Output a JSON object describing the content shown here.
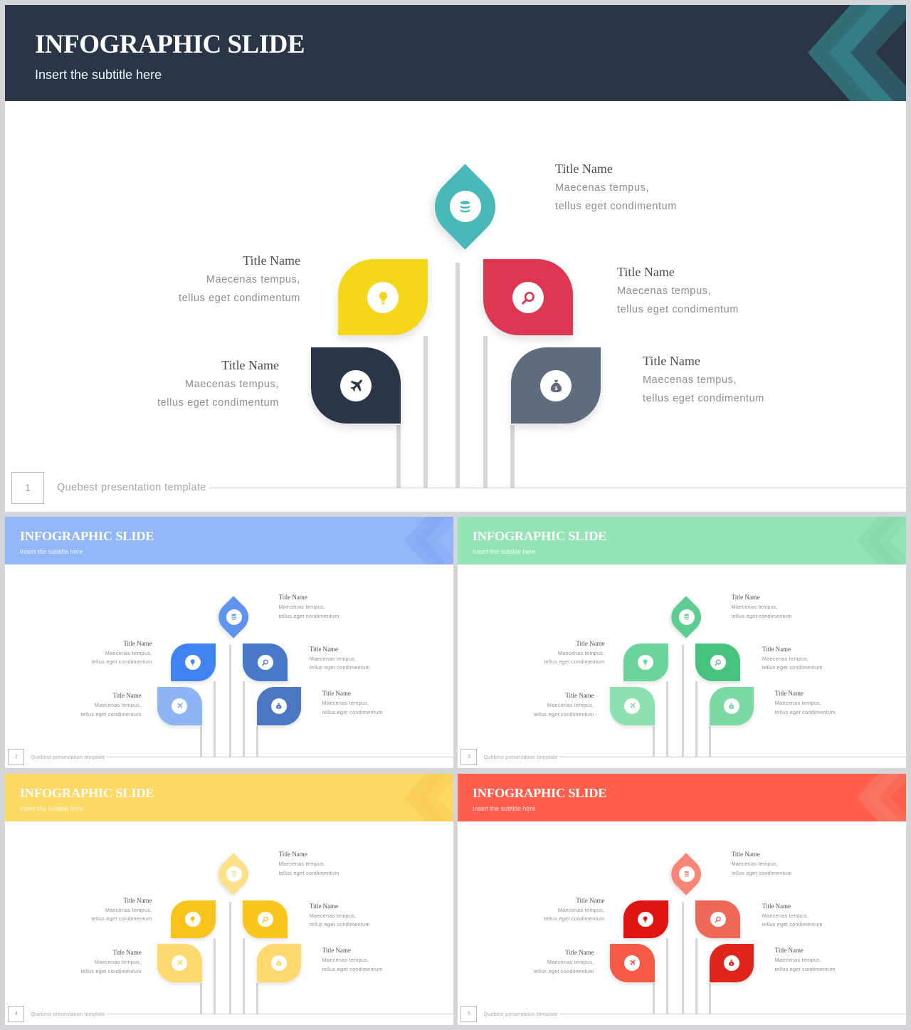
{
  "slides": [
    {
      "number": "1",
      "title": "INFOGRAPHIC SLIDE",
      "subtitle": "Insert  the  subtitle  here",
      "footer": "Quebest presentation  template",
      "colors": {
        "header": "#2a3547",
        "chevron": "#3a9aa0",
        "top": "#48b8b8",
        "upper_left": "#f4d718",
        "upper_right": "#dd3650",
        "lower_left": "#2a3547",
        "lower_right": "#5f6b7f"
      },
      "callouts": [
        {
          "title": "Title Name",
          "line1": "Maecenas tempus,",
          "line2": "tellus eget condimentum"
        },
        {
          "title": "Title Name",
          "line1": "Maecenas tempus,",
          "line2": "tellus eget condimentum"
        },
        {
          "title": "Title Name",
          "line1": "Maecenas tempus,",
          "line2": "tellus eget condimentum"
        },
        {
          "title": "Title Name",
          "line1": "Maecenas tempus,",
          "line2": "tellus eget condimentum"
        },
        {
          "title": "Title Name",
          "line1": "Maecenas tempus,",
          "line2": "tellus eget condimentum"
        }
      ]
    },
    {
      "number": "2",
      "title": "INFOGRAPHIC SLIDE",
      "subtitle": "Insert  the  subtitle  here",
      "footer": "Quebest presentation  template",
      "colors": {
        "header": "#92b6fa",
        "chevron": "#7fa6f0",
        "top": "#5e93ef",
        "upper_left": "#3f82f0",
        "upper_right": "#4a78c8",
        "lower_left": "#8eb4f5",
        "lower_right": "#4b77c2"
      },
      "callouts": [
        {
          "title": "Title Name",
          "line1": "Maecenas tempus,",
          "line2": "tellus eget condimentum"
        },
        {
          "title": "Title Name",
          "line1": "Maecenas tempus,",
          "line2": "tellus eget condimentum"
        },
        {
          "title": "Title Name",
          "line1": "Maecenas tempus,",
          "line2": "tellus eget condimentum"
        },
        {
          "title": "Title Name",
          "line1": "Maecenas tempus,",
          "line2": "tellus eget condimentum"
        },
        {
          "title": "Title Name",
          "line1": "Maecenas tempus,",
          "line2": "tellus eget condimentum"
        }
      ]
    },
    {
      "number": "3",
      "title": "INFOGRAPHIC SLIDE",
      "subtitle": "Insert  the  subtitle  here",
      "footer": "Quebest presentation  template",
      "colors": {
        "header": "#92e4b5",
        "chevron": "#7fd8a4",
        "top": "#5dce8f",
        "upper_left": "#6ad49a",
        "upper_right": "#46c47d",
        "lower_left": "#8de0b0",
        "lower_right": "#7bd9a3"
      },
      "callouts": [
        {
          "title": "Title Name",
          "line1": "Maecenas tempus,",
          "line2": "tellus eget condimentum"
        },
        {
          "title": "Title Name",
          "line1": "Maecenas tempus,",
          "line2": "tellus eget condimentum"
        },
        {
          "title": "Title Name",
          "line1": "Maecenas tempus,",
          "line2": "tellus eget condimentum"
        },
        {
          "title": "Title Name",
          "line1": "Maecenas tempus,",
          "line2": "tellus eget condimentum"
        },
        {
          "title": "Title Name",
          "line1": "Maecenas tempus,",
          "line2": "tellus eget condimentum"
        }
      ]
    },
    {
      "number": "4",
      "title": "INFOGRAPHIC SLIDE",
      "subtitle": "Insert  the  subtitle  here",
      "footer": "Quebest presentation  template",
      "colors": {
        "header": "#fdd863",
        "chevron": "#f5cc50",
        "top": "#fde08a",
        "upper_left": "#f9c31c",
        "upper_right": "#fbc51e",
        "lower_left": "#fdd970",
        "lower_right": "#fdd96e"
      },
      "callouts": [
        {
          "title": "Title Name",
          "line1": "Maecenas tempus,",
          "line2": "tellus eget condimentum"
        },
        {
          "title": "Title Name",
          "line1": "Maecenas tempus,",
          "line2": "tellus eget condimentum"
        },
        {
          "title": "Title Name",
          "line1": "Maecenas tempus,",
          "line2": "tellus eget condimentum"
        },
        {
          "title": "Title Name",
          "line1": "Maecenas tempus,",
          "line2": "tellus eget condimentum"
        },
        {
          "title": "Title Name",
          "line1": "Maecenas tempus,",
          "line2": "tellus eget condimentum"
        }
      ]
    },
    {
      "number": "5",
      "title": "INFOGRAPHIC SLIDE",
      "subtitle": "Insert  the  subtitle  here",
      "footer": "Quebest presentation  template",
      "colors": {
        "header": "#fe5e4b",
        "chevron": "#f5806f",
        "top": "#f88575",
        "upper_left": "#e21411",
        "upper_right": "#ef6757",
        "lower_left": "#f65a47",
        "lower_right": "#e0261c"
      },
      "callouts": [
        {
          "title": "Title Name",
          "line1": "Maecenas tempus,",
          "line2": "tellus eget condimentum"
        },
        {
          "title": "Title Name",
          "line1": "Maecenas tempus,",
          "line2": "tellus eget condimentum"
        },
        {
          "title": "Title Name",
          "line1": "Maecenas tempus,",
          "line2": "tellus eget condimentum"
        },
        {
          "title": "Title Name",
          "line1": "Maecenas tempus,",
          "line2": "tellus eget condimentum"
        },
        {
          "title": "Title Name",
          "line1": "Maecenas tempus,",
          "line2": "tellus eget condimentum"
        }
      ]
    }
  ]
}
